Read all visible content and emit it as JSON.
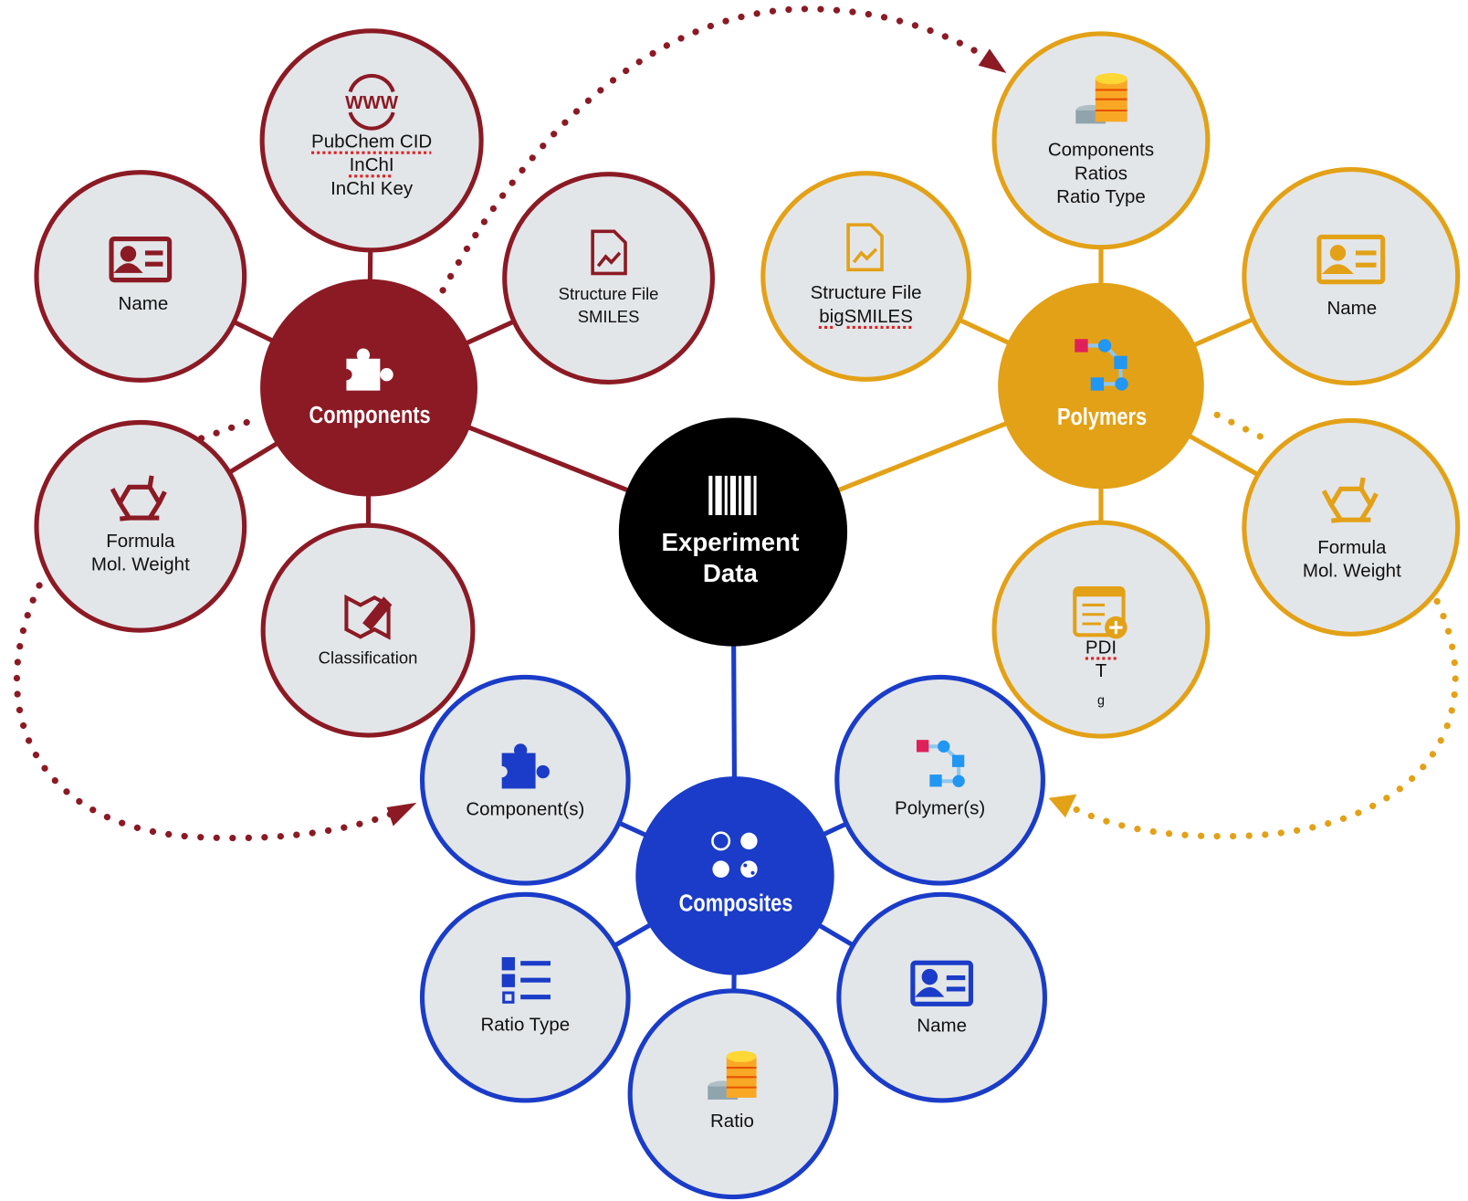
{
  "colors": {
    "components": "#8B1A24",
    "polymers": "#E3A117",
    "composites": "#1A3CC8",
    "center": "#000000",
    "node_fill": "#E3E6E9"
  },
  "center": {
    "line1": "Experiment",
    "line2": "Data",
    "icon": "barcode-icon"
  },
  "components": {
    "label": "Components",
    "icon": "puzzle-icon",
    "pubchem": {
      "lines": [
        "PubChem CID",
        "InChI",
        "InChI Key"
      ],
      "icon": "www-globe-icon"
    },
    "name": {
      "label": "Name",
      "icon": "id-card-icon"
    },
    "structure": {
      "lines": [
        "Structure File",
        "SMILES"
      ],
      "icon": "image-file-icon"
    },
    "formula": {
      "lines": [
        "Formula",
        "Mol. Weight"
      ],
      "icon": "molecule-icon"
    },
    "classification": {
      "label": "Classification",
      "icon": "map-pencil-icon"
    }
  },
  "polymers": {
    "label": "Polymers",
    "icon": "polymer-chain-icon",
    "ratios": {
      "lines": [
        "Components",
        "Ratios",
        "Ratio Type"
      ],
      "icon": "coin-stacks-icon"
    },
    "structure": {
      "lines": [
        "Structure File",
        "bigSMILES"
      ],
      "icon": "image-file-icon"
    },
    "name": {
      "label": "Name",
      "icon": "id-card-icon"
    },
    "formula": {
      "lines": [
        "Formula",
        "Mol. Weight"
      ],
      "icon": "molecule-icon"
    },
    "pdi": {
      "line1": "PDI",
      "tg_main": "T",
      "tg_sub": "g",
      "icon": "spreadsheet-plus-icon"
    }
  },
  "composites": {
    "label": "Composites",
    "icon": "circles-icon",
    "components": {
      "label": "Component(s)",
      "icon": "puzzle-icon"
    },
    "polymers": {
      "label": "Polymer(s)",
      "icon": "polymer-chain-icon"
    },
    "ratio_type": {
      "label": "Ratio Type",
      "icon": "list-icon"
    },
    "name": {
      "label": "Name",
      "icon": "id-card-icon"
    },
    "ratio": {
      "label": "Ratio",
      "icon": "coin-stacks-icon"
    }
  }
}
